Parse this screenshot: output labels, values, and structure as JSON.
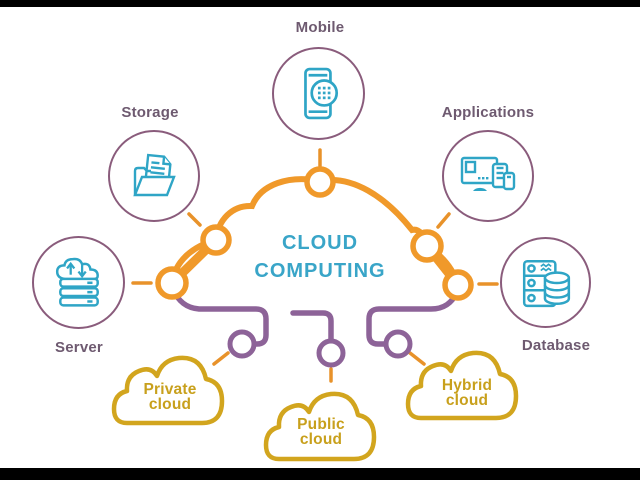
{
  "diagram": {
    "title": {
      "line1": "CLOUD",
      "line2": "COMPUTING"
    },
    "nodes": {
      "mobile": {
        "label": "Mobile",
        "icon": "smartphone-icon"
      },
      "storage": {
        "label": "Storage",
        "icon": "folder-document-icon"
      },
      "applications": {
        "label": "Applications",
        "icon": "devices-icon"
      },
      "server": {
        "label": "Server",
        "icon": "cloud-server-icon"
      },
      "database": {
        "label": "Database",
        "icon": "database-rack-icon"
      }
    },
    "deployment_clouds": {
      "private": {
        "line1": "Private",
        "line2": "cloud"
      },
      "public": {
        "line1": "Public",
        "line2": "cloud"
      },
      "hybrid": {
        "line1": "Hybrid",
        "line2": "cloud"
      }
    },
    "colors": {
      "teal_icon": "#2fa5c6",
      "title_teal": "#39a5c8",
      "orange_cloud": "#f0992a",
      "purple_connector": "#8d6398",
      "circle_ring_plum": "#8a5c7c",
      "label_text": "#6e5a70",
      "gold_cloud": "#d2a51e",
      "gold_text": "#c8a01c",
      "letterbox": "#000000",
      "background": "#ffffff"
    }
  }
}
